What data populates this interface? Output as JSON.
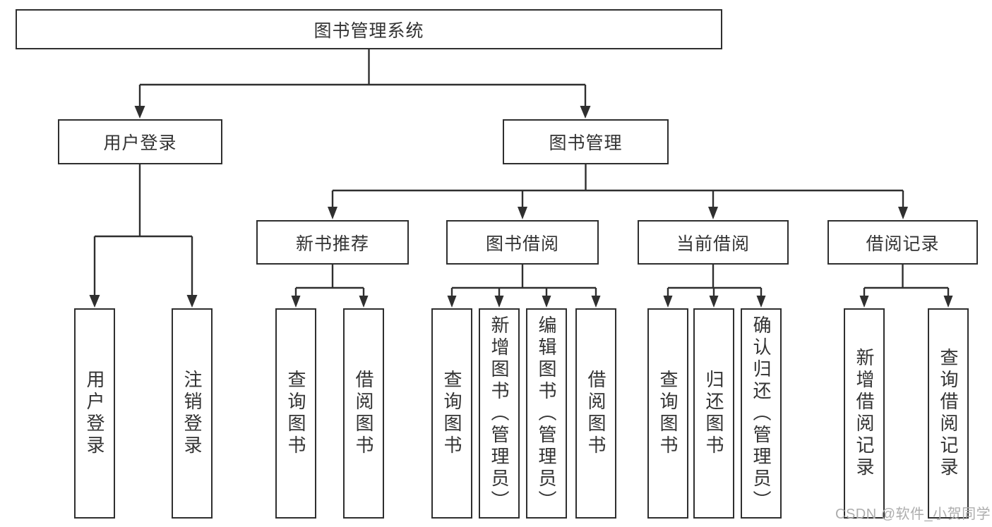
{
  "colors": {
    "line": "#2f2f2f",
    "text": "#333333",
    "background": "#ffffff",
    "watermark": "#adadad"
  },
  "tree": {
    "label": "图书管理系统",
    "children": [
      {
        "label": "用户登录",
        "children": [
          {
            "label": "用户登录"
          },
          {
            "label": "注销登录"
          }
        ]
      },
      {
        "label": "图书管理",
        "children": [
          {
            "label": "新书推荐",
            "children": [
              {
                "label": "查询图书"
              },
              {
                "label": "借阅图书"
              }
            ]
          },
          {
            "label": "图书借阅",
            "children": [
              {
                "label": "查询图书"
              },
              {
                "label": "新增图书（管理员）"
              },
              {
                "label": "编辑图书（管理员）"
              },
              {
                "label": "借阅图书"
              }
            ]
          },
          {
            "label": "当前借阅",
            "children": [
              {
                "label": "查询图书"
              },
              {
                "label": "归还图书"
              },
              {
                "label": "确认归还（管理员）"
              }
            ]
          },
          {
            "label": "借阅记录",
            "children": [
              {
                "label": "新增借阅记录"
              },
              {
                "label": "查询借阅记录"
              }
            ]
          }
        ]
      }
    ]
  },
  "watermark": {
    "text": "CSDN @软件_小贺同学"
  }
}
